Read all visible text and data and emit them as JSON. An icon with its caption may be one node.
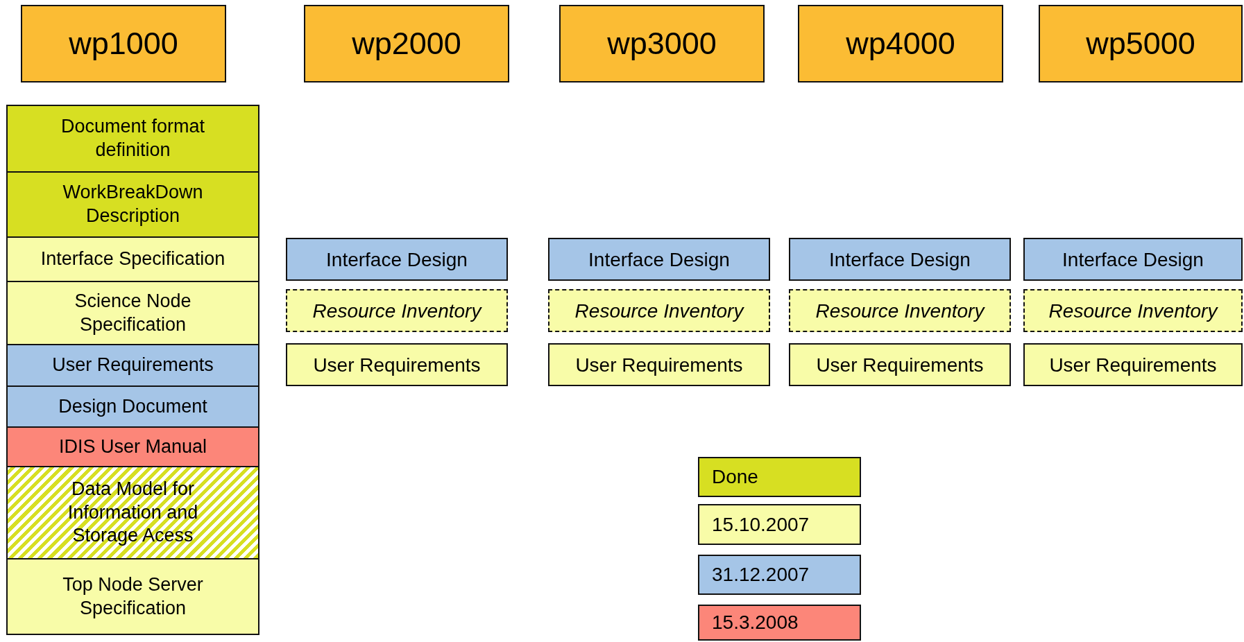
{
  "diagram": {
    "nodes": [
      {
        "text": [
          "wp1000"
        ]
      },
      {
        "text": [
          "wp2000"
        ]
      },
      {
        "text": [
          "wp3000"
        ]
      },
      {
        "text": [
          "wp4000"
        ]
      },
      {
        "text": [
          "wp5000"
        ]
      },
      {
        "text": [
          "Document format definition"
        ]
      },
      {
        "text": [
          "WorkBreakDown Description"
        ]
      },
      {
        "text": [
          "Interface Specification"
        ]
      },
      {
        "text": [
          "Science Node Specification"
        ]
      },
      {
        "text": [
          "User Requirements"
        ]
      },
      {
        "text": [
          "Design Document"
        ]
      },
      {
        "text": [
          "IDIS User Manual"
        ]
      },
      {
        "text": [
          "Data Model for Information and Storage Acess"
        ]
      },
      {
        "text": [
          "Top Node Server Specification"
        ]
      },
      {
        "text": [
          "Interface Design"
        ]
      },
      {
        "text": [
          "Resource Inventory"
        ]
      },
      {
        "text": [
          "User Requirements"
        ]
      },
      {
        "text": [
          "Interface Design"
        ]
      },
      {
        "text": [
          "Resource Inventory"
        ]
      },
      {
        "text": [
          "User Requirements"
        ]
      },
      {
        "text": [
          "Interface Design"
        ]
      },
      {
        "text": [
          "Resource Inventory"
        ]
      },
      {
        "text": [
          "User Requirements"
        ]
      },
      {
        "text": [
          "Interface Design"
        ]
      },
      {
        "text": [
          "Resource Inventory"
        ]
      },
      {
        "text": [
          "User Requirements"
        ]
      }
    ],
    "legend": [
      {
        "text": "Done",
        "color": "#d7df22"
      },
      {
        "text": "15.10.2007",
        "color": "#f8fca8"
      },
      {
        "text": "31.12.2007",
        "color": "#a5c5e7"
      },
      {
        "text": "15.3.2008",
        "color": "#fc8679"
      }
    ]
  }
}
